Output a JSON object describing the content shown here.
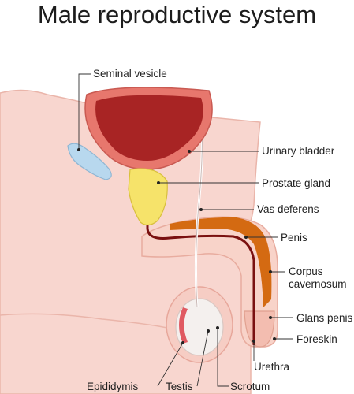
{
  "title": "Male reproductive system",
  "colors": {
    "skin": "#f8d6cf",
    "skin_edge": "#eab5aa",
    "bladder_wall": "#e7776d",
    "bladder_inner": "#a82424",
    "prostate": "#f6e36a",
    "seminal_vesicle": "#b8d8ee",
    "urethra": "#7a1010",
    "corpus": "#d46a12",
    "testis": "#f4f0ee",
    "epididymis": "#e05a62"
  },
  "labels": {
    "seminal_vesicle": "Seminal vesicle",
    "urinary_bladder": "Urinary bladder",
    "prostate_gland": "Prostate gland",
    "vas_deferens": "Vas deferens",
    "penis": "Penis",
    "corpus_cavernosum_1": "Corpus",
    "corpus_cavernosum_2": "cavernosum",
    "glans_penis": "Glans penis",
    "foreskin": "Foreskin",
    "urethra": "Urethra",
    "epididymis": "Epididymis",
    "testis": "Testis",
    "scrotum": "Scrotum"
  }
}
